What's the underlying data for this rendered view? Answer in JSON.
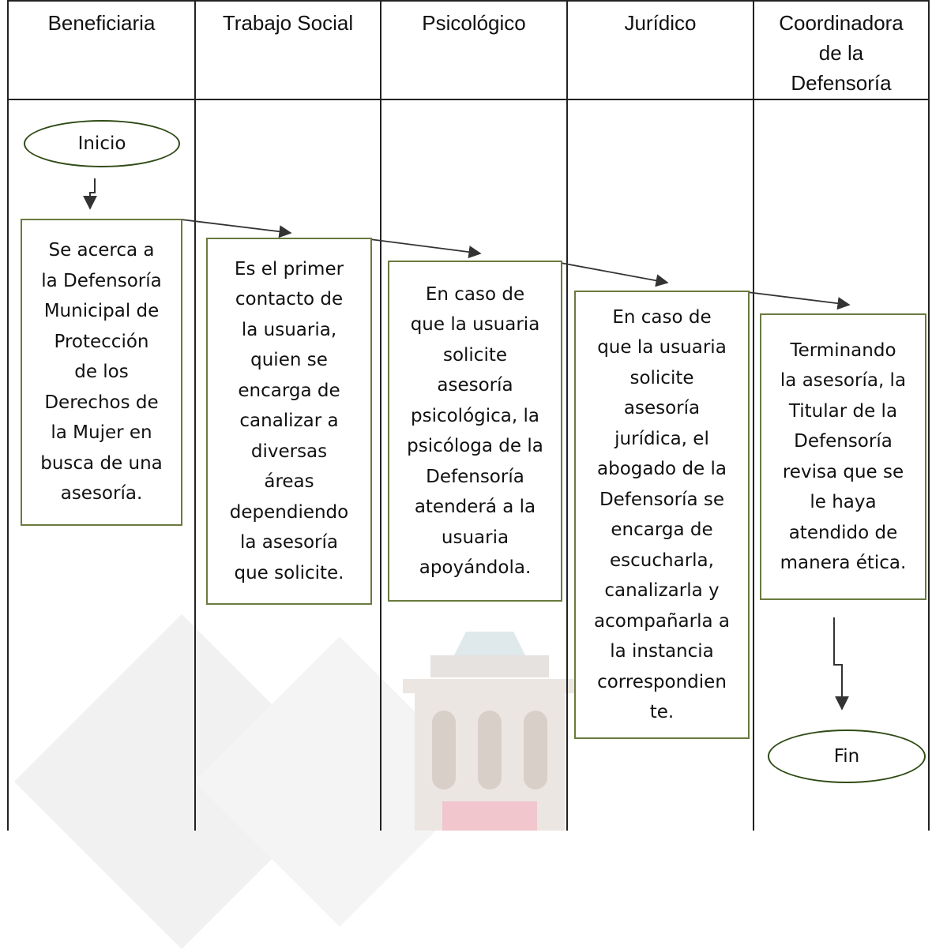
{
  "lanes": [
    {
      "id": "beneficiaria",
      "title": "Beneficiaria"
    },
    {
      "id": "trabajo-social",
      "title": "Trabajo Social"
    },
    {
      "id": "psicologico",
      "title": "Psicológico"
    },
    {
      "id": "juridico",
      "title": "Jurídico"
    },
    {
      "id": "coordinadora",
      "title": "Coordinadora\nde la\nDefensoría"
    }
  ],
  "nodes": {
    "inicio": {
      "label": "Inicio",
      "lane": "beneficiaria",
      "shape": "terminal"
    },
    "paso1": {
      "label": "Se acerca a\nla Defensoría\nMunicipal de\nProtección\nde los\nDerechos de\nla Mujer en\nbusca de una\nasesoría.",
      "lane": "beneficiaria",
      "shape": "process"
    },
    "paso2": {
      "label": "Es el primer\ncontacto de\nla usuaria,\nquien se\nencarga de\ncanalizar a\ndiversas\náreas\ndependiendo\nla asesoría\nque solicite.",
      "lane": "trabajo-social",
      "shape": "process"
    },
    "paso3": {
      "label": "En caso de\nque la usuaria\nsolicite\nasesoría\npsicológica, la\npsicóloga de la\nDefensoría\natenderá a la\nusuaria\napoyándola.",
      "lane": "psicologico",
      "shape": "process"
    },
    "paso4": {
      "label": "En caso de\nque la usuaria\nsolicite\nasesoría\njurídica, el\nabogado de la\nDefensoría se\nencarga de\nescucharla,\ncanalizarla y\nacompañarla a\nla instancia\ncorrespondien\nte.",
      "lane": "juridico",
      "shape": "process"
    },
    "paso5": {
      "label": "Terminando\nla asesoría, la\nTitular de la\nDefensoría\nrevisa que se\nle haya\natendido de\nmanera ética.",
      "lane": "coordinadora",
      "shape": "process"
    },
    "fin": {
      "label": "Fin",
      "lane": "coordinadora",
      "shape": "terminal"
    }
  },
  "edges": [
    {
      "from": "inicio",
      "to": "paso1"
    },
    {
      "from": "paso1",
      "to": "paso2"
    },
    {
      "from": "paso2",
      "to": "paso3"
    },
    {
      "from": "paso3",
      "to": "paso4"
    },
    {
      "from": "paso4",
      "to": "paso5"
    },
    {
      "from": "paso5",
      "to": "fin"
    }
  ],
  "colors": {
    "grid": "#222222",
    "box_border": "#6a7a3e",
    "terminal_border": "#2f4b16",
    "arrow": "#333333"
  }
}
